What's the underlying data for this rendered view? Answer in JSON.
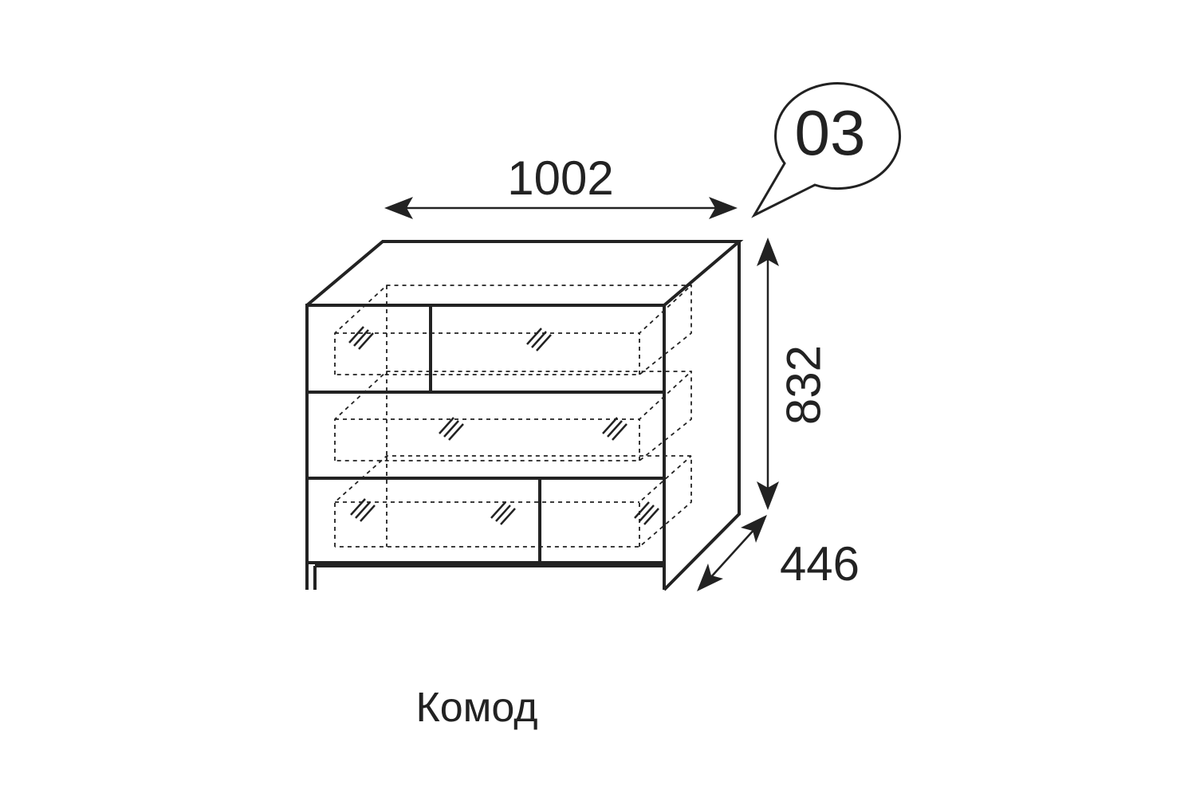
{
  "diagram": {
    "item_number": "03",
    "caption": "Комод",
    "dimensions": {
      "width": "1002",
      "height": "832",
      "depth": "446"
    },
    "colors": {
      "line": "#222222",
      "background": "#ffffff"
    }
  }
}
